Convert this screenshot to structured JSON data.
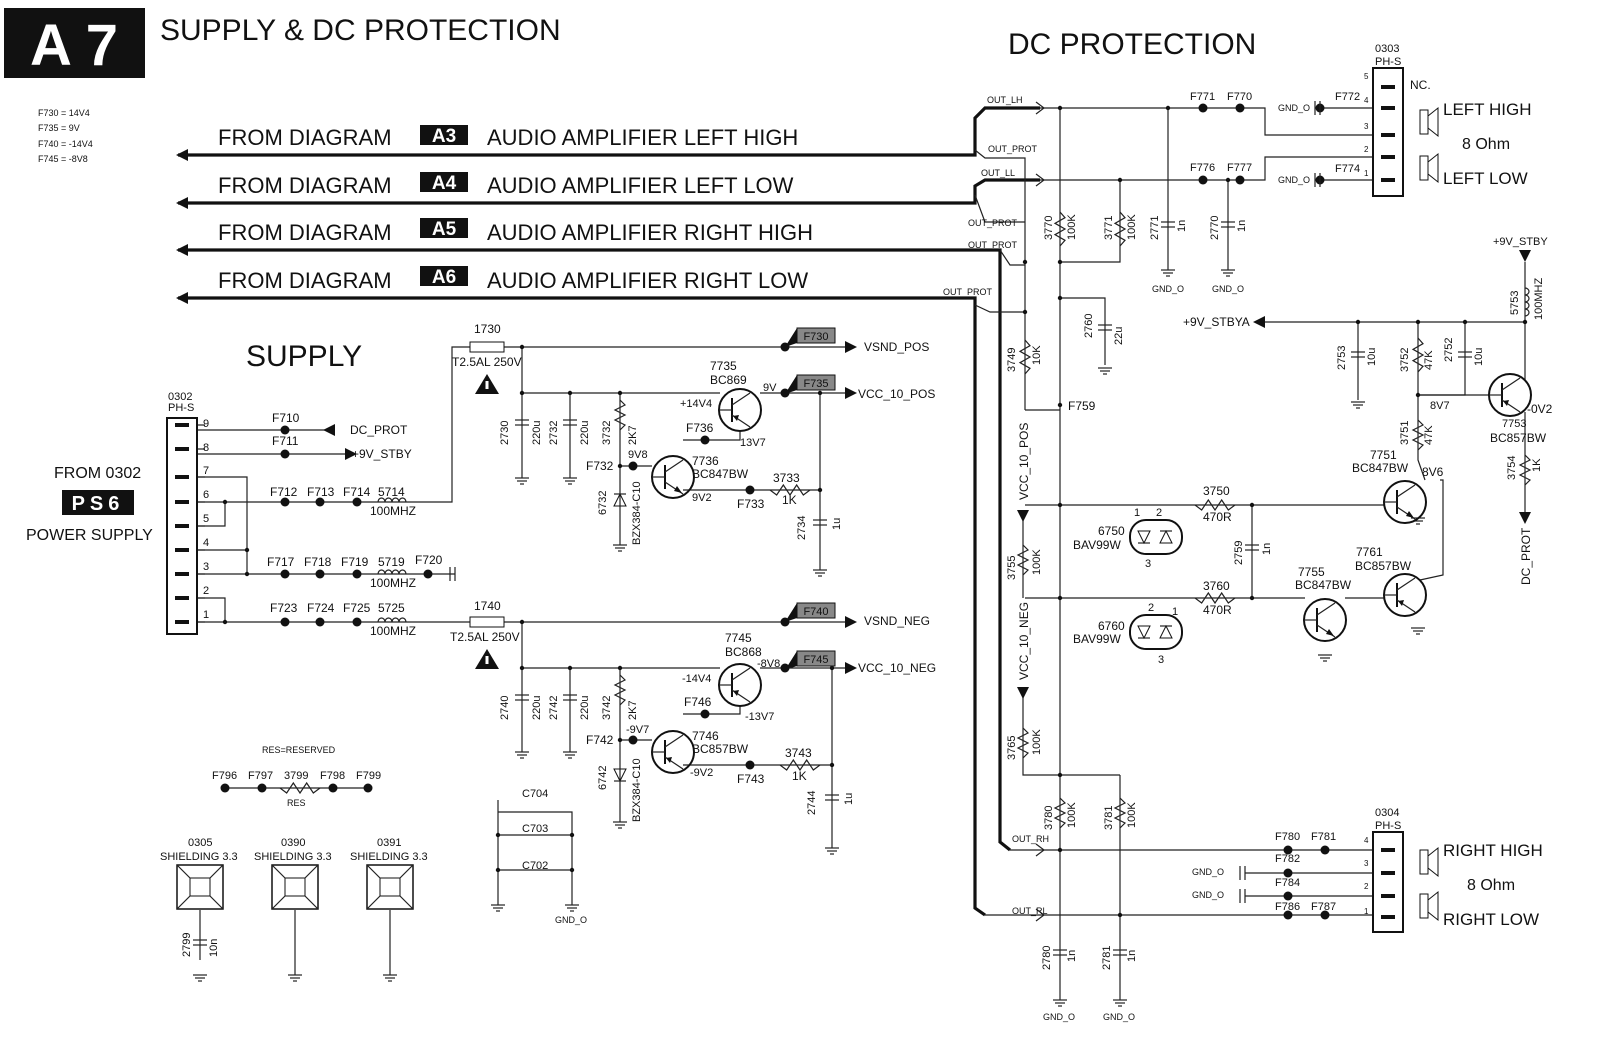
{
  "header": {
    "badge": "A 7",
    "title": "SUPPLY & DC PROTECTION",
    "dc_title": "DC PROTECTION",
    "supply_title": "SUPPLY"
  },
  "notes": [
    "F730 = 14V4",
    "F735 = 9V",
    "F740 = -14V4",
    "F745 = -8V8"
  ],
  "from_diagram": [
    {
      "prefix": "FROM DIAGRAM",
      "badge": "A3",
      "text": "AUDIO AMPLIFIER LEFT HIGH"
    },
    {
      "prefix": "FROM DIAGRAM",
      "badge": "A4",
      "text": "AUDIO AMPLIFIER LEFT LOW"
    },
    {
      "prefix": "FROM DIAGRAM",
      "badge": "A5",
      "text": "AUDIO AMPLIFIER RIGHT HIGH"
    },
    {
      "prefix": "FROM DIAGRAM",
      "badge": "A6",
      "text": "AUDIO AMPLIFIER RIGHT LOW"
    }
  ],
  "power_source": {
    "from": "FROM 0302",
    "badge": "PS6",
    "name": "POWER SUPPLY"
  },
  "badges": {
    "f730": "F730",
    "f735": "F735",
    "f740": "F740",
    "f745": "F745"
  },
  "labels": {
    "c0302": "0302",
    "c0302t": "PH-S",
    "p9": "9",
    "p8": "8",
    "p7": "7",
    "p6": "6",
    "p5": "5",
    "p4": "4",
    "p3": "3",
    "p2": "2",
    "p1": "1",
    "f710": "F710",
    "dcprot_in": "DC_PROT",
    "f711": "F711",
    "stby_out": "+9V_STBY",
    "f712": "F712",
    "f713": "F713",
    "f714": "F714",
    "l5714": "5714",
    "l5714v": "100MHZ",
    "f717": "F717",
    "f718": "F718",
    "f719": "F719",
    "l5719": "5719",
    "l5719v": "100MHZ",
    "f720": "F720",
    "f723": "F723",
    "f724": "F724",
    "f725": "F725",
    "l5725": "5725",
    "l5725v": "100MHZ",
    "fu1730": "1730",
    "fu1730v": "T2.5AL 250V",
    "fu1740": "1740",
    "fu1740v": "T2.5AL 250V",
    "vsnd_pos": "VSND_POS",
    "vcc10pos": "VCC_10_POS",
    "vsnd_neg": "VSND_NEG",
    "vcc10neg": "VCC_10_NEG",
    "c2730": "2730",
    "c2730v": "220u",
    "c2732": "2732",
    "c2732v": "220u",
    "r3732": "3732",
    "r3732v": "2K7",
    "f732": "F732",
    "d6732": "6732",
    "d6732v": "BZX384-C10",
    "q7735": "7735",
    "q7735t": "BC869",
    "v14v4": "+14V4",
    "v9v": "9V",
    "v13v7": "13V7",
    "f736": "F736",
    "q7736": "7736",
    "q7736t": "BC847BW",
    "v9v8": "9V8",
    "v9v2": "9V2",
    "f733": "F733",
    "r3733": "3733",
    "r3733v": "1K",
    "c2734": "2734",
    "c2734v": "1u",
    "c2740": "2740",
    "c2740v": "220u",
    "c2742": "2742",
    "c2742v": "220u",
    "r3742": "3742",
    "r3742v": "2K7",
    "f742": "F742",
    "d6742": "6742",
    "d6742v": "BZX384-C10",
    "q7745": "7745",
    "q7745t": "BC868",
    "vm14v4": "-14V4",
    "vm8v8": "-8V8",
    "vm13v7": "-13V7",
    "f746": "F746",
    "q7746": "7746",
    "q7746t": "BC857BW",
    "vm9v7": "-9V7",
    "vm9v2": "-9V2",
    "f743": "F743",
    "r3743": "3743",
    "r3743v": "1K",
    "c2744": "2744",
    "c2744v": "1u",
    "res_note": "RES=RESERVED",
    "f796": "F796",
    "f797": "F797",
    "r3799": "3799",
    "f798": "F798",
    "f799": "F799",
    "res": "RES",
    "c704": "C704",
    "c703": "C703",
    "c702": "C702",
    "gnd_c70x": "GND_O",
    "s0305": "0305",
    "s0305t": "SHIELDING 3.3",
    "s0390": "0390",
    "s0390t": "SHIELDING 3.3",
    "s0391": "0391",
    "s0391t": "SHIELDING 3.3",
    "c2799": "2799",
    "c2799v": "10n",
    "out_lh": "OUT_LH",
    "out_prot1": "OUT_PROT",
    "out_ll": "OUT_LL",
    "out_prot2": "OUT_PROT",
    "out_prot3": "OUT_PROT",
    "out_prot4": "OUT_PROT",
    "f771": "F771",
    "f770": "F770",
    "f776": "F776",
    "f777": "F777",
    "f772": "F772",
    "f774": "F774",
    "gnd_f772": "GND_O",
    "gnd_f774": "GND_O",
    "c0303": "0303",
    "c0303t": "PH-S",
    "nc": "NC.",
    "cp5": "5",
    "cp4": "4",
    "cp3": "3",
    "cp2": "2",
    "cp1": "1",
    "left_high": "LEFT HIGH",
    "ohm_l": "8 Ohm",
    "left_low": "LEFT LOW",
    "r3770": "3770",
    "r3770v": "100K",
    "r3771": "3771",
    "r3771v": "100K",
    "c2771": "2771",
    "c2771v": "1n",
    "c2770": "2770",
    "c2770v": "1n",
    "gnd_2771": "GND_O",
    "gnd_2770": "GND_O",
    "c2760": "2760",
    "c2760v": "22u",
    "r3749": "3749",
    "r3749v": "10K",
    "f759": "F759",
    "stbya": "+9V_STBYA",
    "stby_in": "+9V_STBY",
    "l5753": "5753",
    "l5753v": "100MHZ",
    "c2753": "2753",
    "c2753v": "10u",
    "r3752": "3752",
    "r3752v": "47K",
    "c2752": "2752",
    "c2752v": "10u",
    "v8v7": "8V7",
    "vm0v2": "-0V2",
    "q7753": "7753",
    "q7753t": "BC857BW",
    "r3751": "3751",
    "r3751v": "47K",
    "r3754": "3754",
    "r3754v": "1K",
    "dcprot_out": "DC_PROT",
    "q7751": "7751",
    "q7751t": "BC847BW",
    "v8v6": "8V6",
    "vcc10pos_r": "VCC_10_POS",
    "r3755": "3755",
    "r3755v": "100K",
    "vcc10neg_r": "VCC_10_NEG",
    "r3765": "3765",
    "r3765v": "100K",
    "d6750": "6750",
    "d6750t": "BAV99W",
    "d6750p1": "1",
    "d6750p2": "2",
    "d6750p3": "3",
    "r3750": "3750",
    "r3750v": "470R",
    "c2759": "2759",
    "c2759v": "1n",
    "d6760": "6760",
    "d6760t": "BAV99W",
    "d6760p2": "2",
    "d6760p1": "1",
    "d6760p3": "3",
    "r3760": "3760",
    "r3760v": "470R",
    "q7755": "7755",
    "q7755t": "BC847BW",
    "q7761": "7761",
    "q7761t": "BC857BW",
    "r3780": "3780",
    "r3780v": "100K",
    "r3781": "3781",
    "r3781v": "100K",
    "out_rh": "OUT_RH",
    "out_rl": "OUT_RL",
    "c0304": "0304",
    "c0304t": "PH-S",
    "rp4": "4",
    "rp3": "3",
    "rp2": "2",
    "rp1": "1",
    "f780": "F780",
    "f781": "F781",
    "f782": "F782",
    "f784": "F784",
    "f786": "F786",
    "f787": "F787",
    "gnd_f782": "GND_O",
    "gnd_f784": "GND_O",
    "right_high": "RIGHT HIGH",
    "ohm_r": "8 Ohm",
    "right_low": "RIGHT LOW",
    "c2780": "2780",
    "c2780v": "1n",
    "c2781": "2781",
    "c2781v": "1n",
    "gnd_2780": "GND_O",
    "gnd_2781": "GND_O"
  },
  "icons": {
    "warning": "warning-triangle-icon",
    "ground": "ground-icon",
    "speaker": "speaker-icon"
  }
}
